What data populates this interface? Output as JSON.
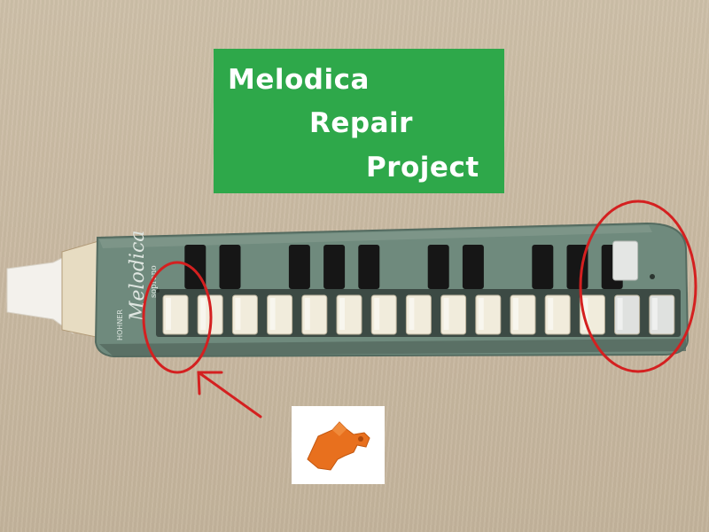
{
  "title": {
    "line1": "Melodica",
    "line2": "Repair",
    "line3": "Project",
    "background_color": "#2ea84a",
    "text_color": "#ffffff"
  },
  "instrument": {
    "brand": "HOHNER",
    "model": "Melodica",
    "variant": "soprano",
    "body_color": "#6f8a7d",
    "key_color_white": "#f1ecdc",
    "key_color_black": "#161616",
    "white_key_count": 15,
    "black_key_count": 11
  },
  "annotations": {
    "highlight_color": "#d42020",
    "circles": [
      "left-key-highlight-circle",
      "right-keys-highlight-circle"
    ],
    "arrow": "pointer-arrow"
  },
  "inset": {
    "part": "orange key clip part",
    "part_color": "#e8701e",
    "background_color": "#ffffff"
  }
}
